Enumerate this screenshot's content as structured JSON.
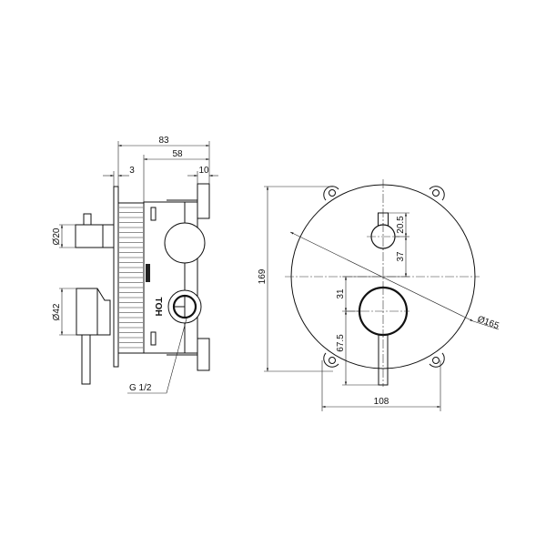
{
  "side_view": {
    "dim_overall_depth": "83",
    "dim_box_depth": "58",
    "dim_plate": "3",
    "dim_flange": "10",
    "dim_diverter_diameter": "Ø20",
    "dim_handle_diameter": "Ø42",
    "thread_label": "G 1/2",
    "body_marking": "TOH"
  },
  "front_view": {
    "dim_height": "169",
    "dim_width": "108",
    "dim_plate_diameter": "Ø165",
    "dim_diverter_offset": "20.5",
    "dim_diverter_center": "37",
    "dim_handle_center": "31",
    "dim_lever_length": "67.5"
  }
}
